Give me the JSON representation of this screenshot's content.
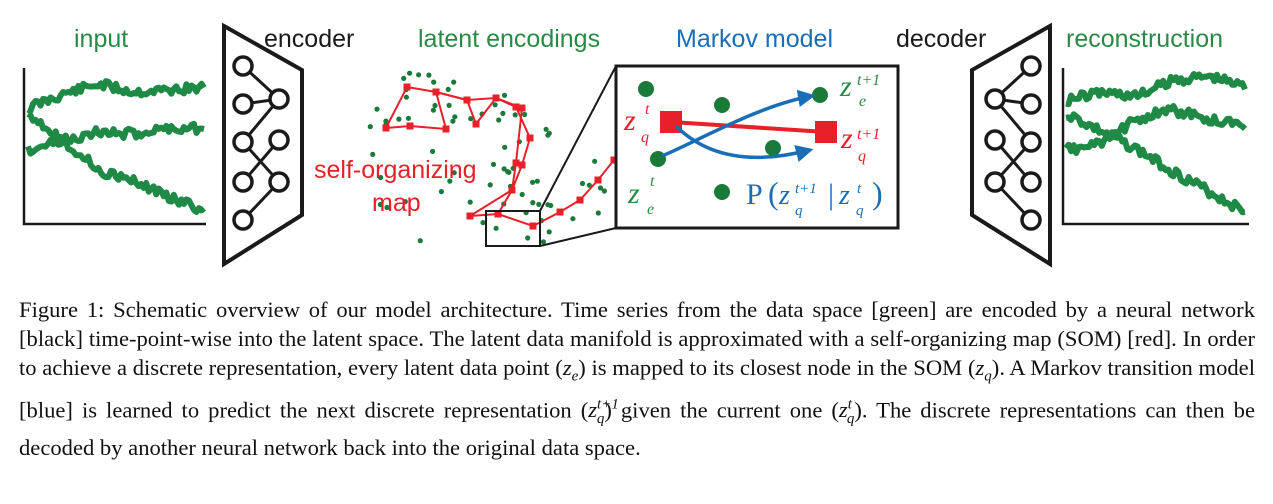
{
  "colors": {
    "green": "#2a8a45",
    "dot_green": "#1a7a3a",
    "red": "#e8202a",
    "blue": "#1a6eb8",
    "black": "#1a1a1a"
  },
  "labels": {
    "input": "input",
    "encoder": "encoder",
    "latent": "latent encodings",
    "markov": "Markov model",
    "decoder": "decoder",
    "reconstruction": "reconstruction",
    "som_line1": "self-organizing",
    "som_line2": "map"
  },
  "math": {
    "z": "z",
    "e": "e",
    "q": "q",
    "t": "t",
    "t_plus_1": "t+1",
    "prob": "P"
  },
  "caption": {
    "p1": "Figure 1: Schematic overview of our model architecture. Time series from the data space [green] are encoded by a neural network [black] time-point-wise into the latent space. The latent data manifold is approximated with a self-organizing map (SOM) [red]. In order to achieve a discrete representation, every latent data point (",
    "p2": ") is mapped to its closest node in the SOM (",
    "p3": "). A Markov transition model [blue] is learned to predict the next discrete representation (",
    "p4": ") given the current one (",
    "p5": "). The discrete representations can then be decoded by another neural network back into the original data space.",
    "sub_e": "e",
    "sub_q": "q",
    "sup_t1": "t+1",
    "sup_t": "t"
  }
}
